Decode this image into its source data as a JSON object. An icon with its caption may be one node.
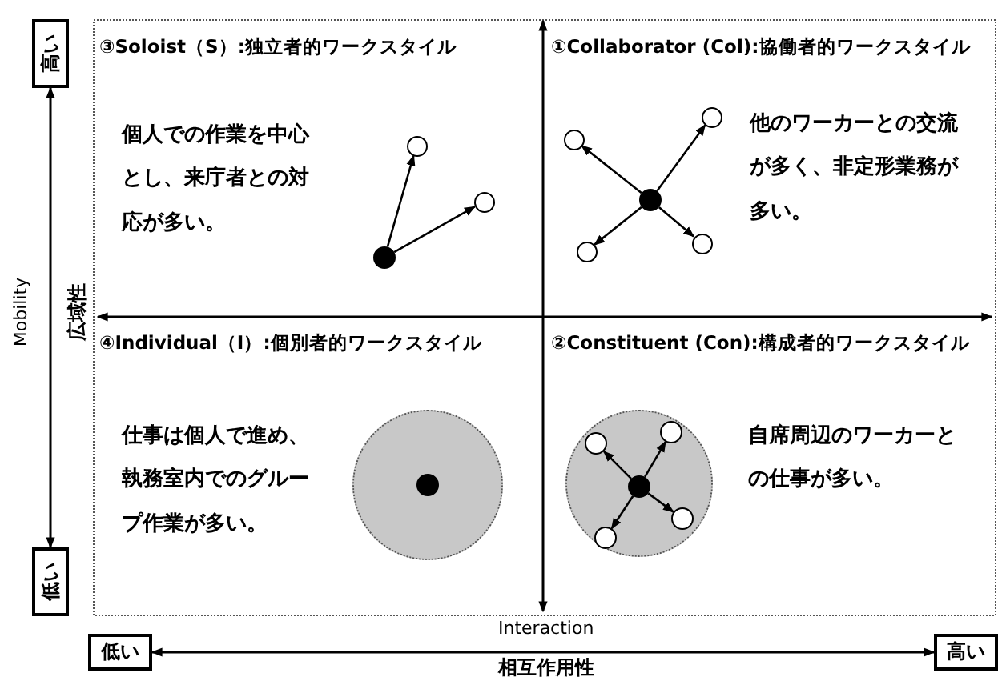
{
  "diagram": {
    "nodes": [
      {
        "text": [
          "高い"
        ]
      },
      {
        "text": [],
        "shape": "circle"
      },
      {
        "text": [],
        "shape": "circle"
      },
      {
        "text": [],
        "shape": "circle"
      },
      {
        "text": [],
        "shape": "circle"
      },
      {
        "text": [],
        "shape": "circle"
      },
      {
        "text": [],
        "shape": "circle"
      },
      {
        "text": [],
        "shape": "circle"
      },
      {
        "text": [],
        "shape": "circle"
      },
      {
        "text": [],
        "shape": "circle"
      },
      {
        "text": [],
        "shape": "circle",
        "in": 9
      },
      {
        "text": [],
        "shape": "circle"
      },
      {
        "text": [],
        "shape": "circle",
        "in": 11
      },
      {
        "text": [],
        "shape": "circle",
        "in": 11
      },
      {
        "text": [],
        "shape": "circle",
        "in": 11
      },
      {
        "text": [],
        "shape": "circle",
        "in": 11
      },
      {
        "text": [],
        "shape": "circle",
        "in": 11
      },
      {
        "text": [
          "低い"
        ]
      },
      {
        "text": [
          "低い"
        ]
      },
      {
        "text": [
          "高い"
        ]
      }
    ],
    "edges": [
      {
        "from": 3,
        "to": 1,
        "arrow": "to"
      },
      {
        "from": 3,
        "to": 2,
        "arrow": "to"
      },
      {
        "from": 6,
        "to": 4,
        "arrow": "to"
      },
      {
        "from": 6,
        "to": 5,
        "arrow": "to"
      },
      {
        "from": 6,
        "to": 7,
        "arrow": "to"
      },
      {
        "from": 6,
        "to": 8,
        "arrow": "to"
      },
      {
        "from": 14,
        "to": 12,
        "arrow": "to"
      },
      {
        "from": 14,
        "to": 13,
        "arrow": "to"
      },
      {
        "from": 14,
        "to": 15,
        "arrow": "to"
      },
      {
        "from": 14,
        "to": 16,
        "arrow": "to"
      },
      {
        "from": 17,
        "to": 0,
        "arrow": "both"
      },
      {
        "from": 18,
        "to": 19,
        "arrow": "both"
      }
    ],
    "labels": [
      "③Soloist（S）:独立者的ワークスタイル",
      "①Collaborator (Col):協働者的ワークスタイル",
      "個人での作業を中心とし、来庁者との対応が多い。",
      "他のワーカーとの交流が多く、非定形業務が多い。",
      "Mobility",
      "広域性",
      "④Individual（I）:個別者的ワークスタイル",
      "②Constituent (Con):構成者的ワークスタイル",
      "仕事は個人で進め、執務室内でのグループ作業が多い。",
      "自席周辺のワーカーとの仕事が多い。",
      "Interaction",
      "相互作用性"
    ]
  }
}
